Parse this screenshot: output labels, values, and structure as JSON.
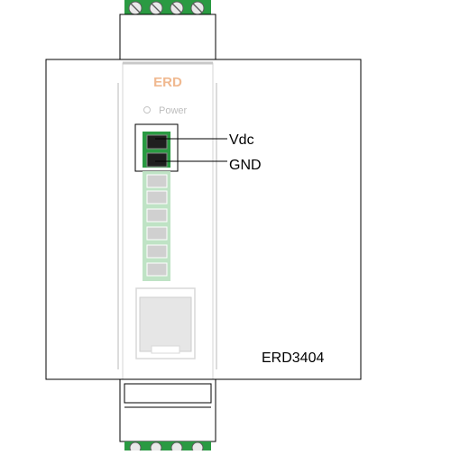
{
  "module": {
    "brand": "ERD",
    "power_label": "Power",
    "model": "ERD3404",
    "brand_color": "#f0b990",
    "terminal_green": "#2a9a42"
  },
  "callouts": {
    "vdc": "Vdc",
    "gnd": "GND"
  }
}
